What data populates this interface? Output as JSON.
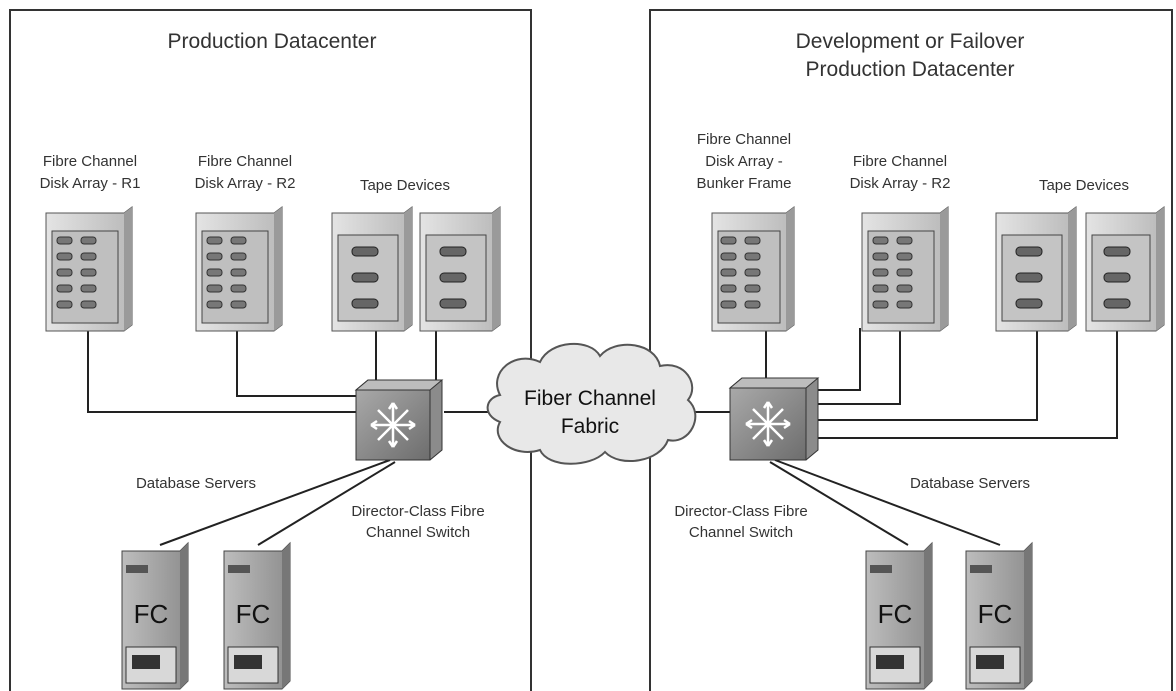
{
  "left": {
    "title": "Production Datacenter",
    "array_r1": [
      "Fibre Channel",
      "Disk Array - R1"
    ],
    "array_r2": [
      "Fibre Channel",
      "Disk Array - R2"
    ],
    "tape": "Tape Devices",
    "servers": "Database Servers",
    "switch": [
      "Director-Class Fibre",
      "Channel Switch"
    ],
    "server_tag": "FC"
  },
  "right": {
    "title": [
      "Development or Failover",
      "Production Datacenter"
    ],
    "array_bunker": [
      "Fibre Channel",
      "Disk Array -",
      "Bunker Frame"
    ],
    "array_r2": [
      "Fibre Channel",
      "Disk Array - R2"
    ],
    "tape": "Tape Devices",
    "servers": "Database Servers",
    "switch": [
      "Director-Class Fibre",
      "Channel Switch"
    ],
    "server_tag": "FC"
  },
  "fabric": [
    "Fiber Channel",
    "Fabric"
  ]
}
